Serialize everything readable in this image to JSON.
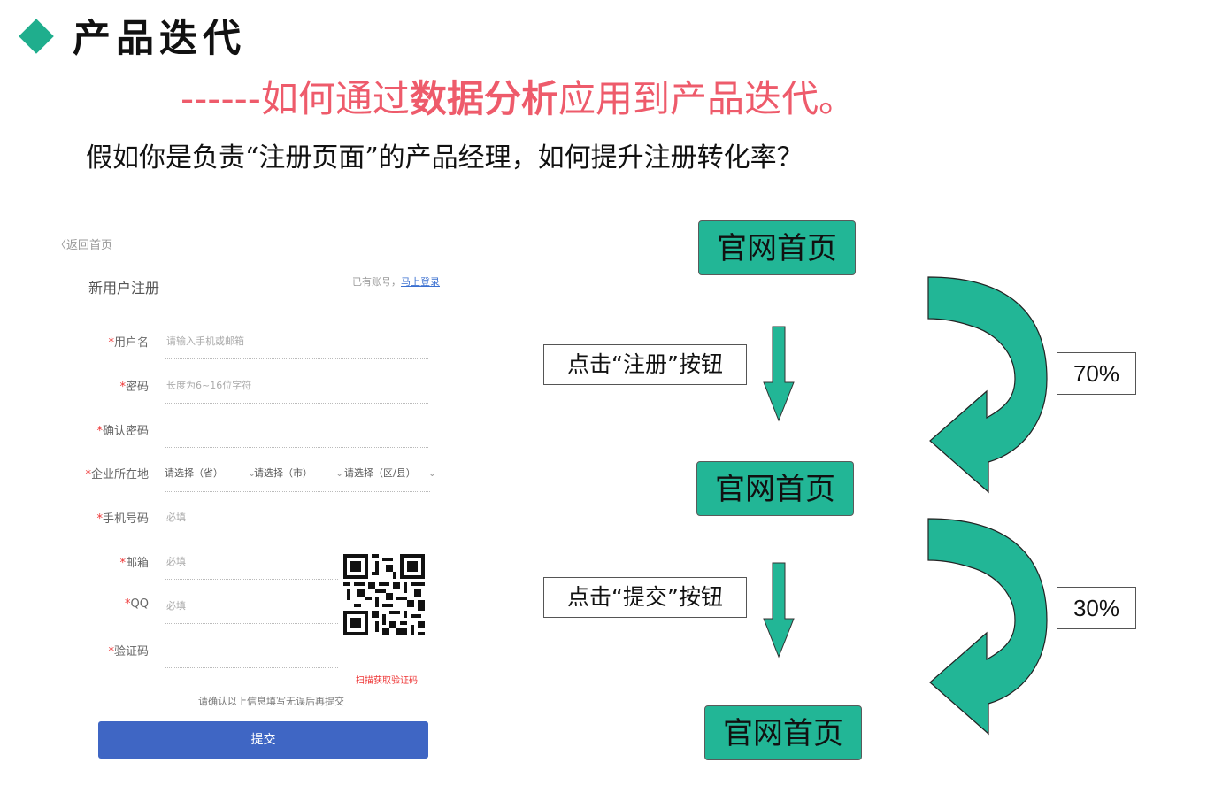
{
  "header": {
    "title": "产品迭代",
    "subtitle_prefix": "------如何通过",
    "subtitle_bold": "数据分析",
    "subtitle_suffix": "应用到产品迭代。",
    "question": "假如你是负责“注册页面”的产品经理，如何提升注册转化率？"
  },
  "form": {
    "back_link": "〈返回首页",
    "title": "新用户注册",
    "have_account": "已有账号，",
    "login_link": "马上登录",
    "fields": [
      {
        "label": "用户名",
        "placeholder": "请输入手机或邮箱"
      },
      {
        "label": "密码",
        "placeholder": "长度为6~16位字符"
      },
      {
        "label": "确认密码",
        "placeholder": ""
      },
      {
        "label": "企业所在地",
        "placeholder": ""
      },
      {
        "label": "手机号码",
        "placeholder": "必填"
      },
      {
        "label": "邮箱",
        "placeholder": "必填"
      },
      {
        "label": "QQ",
        "placeholder": "必填"
      },
      {
        "label": "验证码",
        "placeholder": ""
      }
    ],
    "selects": [
      "请选择（省）",
      "请选择（市）",
      "请选择（区/县）"
    ],
    "qr_caption": "扫描获取验证码",
    "note": "请确认以上信息填写无误后再提交",
    "submit": "提交"
  },
  "flow": {
    "nodes": [
      "官网首页",
      "官网首页",
      "官网首页"
    ],
    "actions": [
      "点击“注册”按钮",
      "点击“提交”按钮"
    ],
    "rates": [
      "70%",
      "30%"
    ],
    "accent_color": "#22b696"
  }
}
